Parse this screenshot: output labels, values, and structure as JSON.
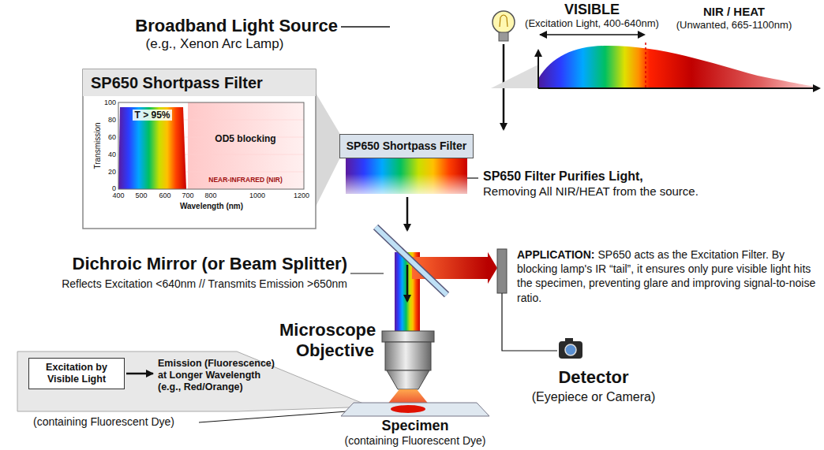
{
  "diagram": {
    "nodes": [
      {
        "text": [
          "SP650 Shortpass Filter"
        ]
      },
      {
        "text": [
          "SP650 Shortpass Filter"
        ]
      },
      {
        "text": [
          "Excitation by Visible Light"
        ]
      },
      {
        "text": [
          "Emission (Fluorescence) at Longer Wavelength (e.g., Red/Orange)"
        ]
      }
    ],
    "edges": [
      {
        "from": 2,
        "to": 3,
        "arrow": "to"
      }
    ],
    "labels": [
      "Broadband Light Source",
      "(e.g., Xenon Arc Lamp)",
      "VISIBLE",
      "(Excitation Light, 400-640nm)",
      "NIR / HEAT",
      "(Unwanted, 665-1100nm)",
      "100",
      "80",
      "60",
      "40",
      "20",
      "0",
      "Transmission",
      "T > 95%",
      "OD5 blocking",
      "NEAR-INFRARED (NIR)",
      "400",
      "500",
      "600",
      "700",
      "800",
      "1000",
      "1200",
      "Wavelength (nm)",
      "SP650 Filter Purifies Light,",
      "Removing All NIR/HEAT from the source.",
      "Dichroic Mirror (or Beam Splitter)",
      "Reflects Excitation <640nm // Transmits Emission >650nm",
      "APPLICATION:",
      "SP650 acts as the Excitation Filter. By blocking lamp's IR “tail”, it ensures only pure visible light hits the specimen, preventing glare and improving signal-to-noise ratio.",
      "Microscope Objective",
      "Detector",
      "(Eyepiece or Camera)",
      "(containing Fluorescent Dye)",
      "Specimen",
      "(containing Fluorescent Dye)"
    ]
  }
}
